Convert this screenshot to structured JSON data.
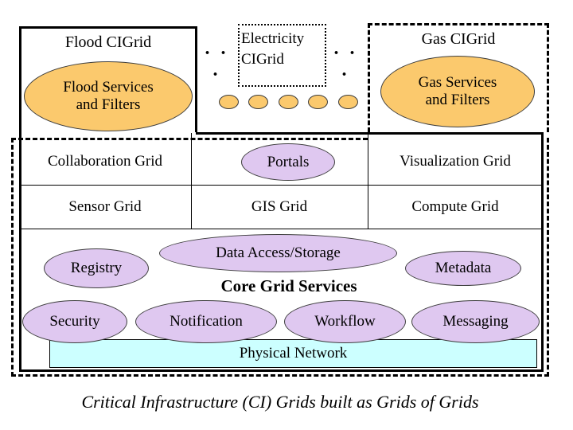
{
  "diagram": {
    "flood": {
      "title": "Flood CIGrid",
      "services": "Flood Services\nand Filters"
    },
    "electricity": {
      "title": "Electricity\nCIGrid"
    },
    "gas": {
      "title": "Gas CIGrid",
      "services": "Gas Services\nand Filters"
    },
    "ellipsis": "· · ·",
    "mini_ellipse_count": 5,
    "grid_table": {
      "rows": [
        {
          "cells": [
            "Collaboration Grid",
            "Portals",
            "Visualization Grid"
          ]
        },
        {
          "cells": [
            "Sensor Grid",
            "GIS Grid",
            "Compute Grid"
          ]
        }
      ]
    },
    "core_services": {
      "registry": "Registry",
      "data_access": "Data Access/Storage",
      "metadata": "Metadata",
      "label": "Core Grid Services",
      "security": "Security",
      "notification": "Notification",
      "workflow": "Workflow",
      "messaging": "Messaging"
    },
    "physical_network": "Physical Network",
    "caption": "Critical Infrastructure (CI) Grids built as Grids of Grids"
  },
  "colors": {
    "orange": "#FBC96D",
    "purple": "#DFC8F0",
    "cyan": "#CCFFFF"
  }
}
